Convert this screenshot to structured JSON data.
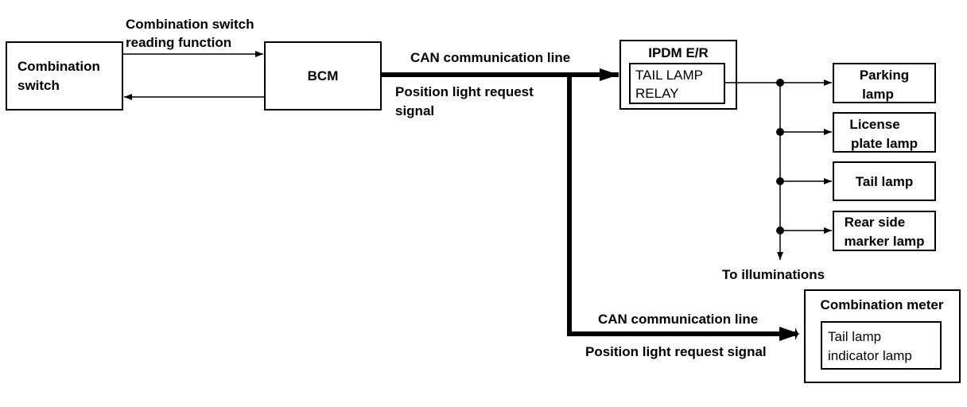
{
  "blocks": {
    "combination_switch": [
      "Combination",
      "switch"
    ],
    "bcm": "BCM",
    "ipdm": "IPDM E/R",
    "tail_lamp_relay": [
      "TAIL LAMP",
      "RELAY"
    ],
    "parking_lamp": [
      "Parking",
      "lamp"
    ],
    "license_plate_lamp": [
      "License",
      "plate lamp"
    ],
    "tail_lamp": "Tail lamp",
    "rear_side_marker_lamp": [
      "Rear side",
      "marker lamp"
    ],
    "combination_meter": "Combination meter",
    "tail_lamp_indicator": [
      "Tail lamp",
      "indicator lamp"
    ]
  },
  "signals": {
    "switch_reading": [
      "Combination switch",
      "reading function"
    ],
    "can_line_upper": "CAN communication line",
    "position_request_upper": [
      "Position light request",
      "signal"
    ],
    "can_line_lower": "CAN communication line",
    "position_request_lower": "Position light request signal",
    "to_illuminations": "To illuminations"
  }
}
